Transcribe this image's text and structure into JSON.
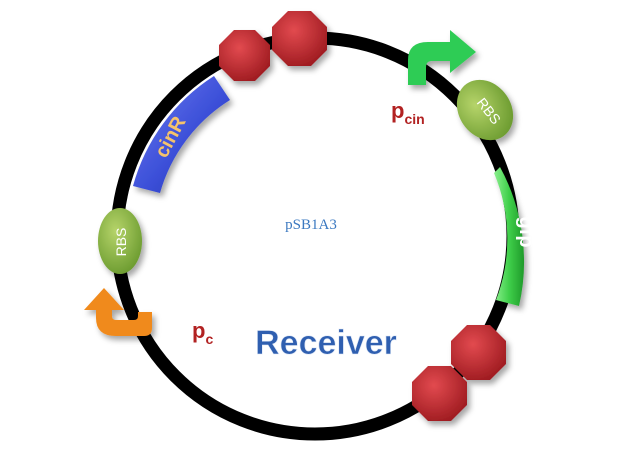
{
  "plasmid": {
    "backbone_label": "pSB1A3",
    "title": "Receiver"
  },
  "parts": {
    "cinR_label": "cinR",
    "gfp_label": "gfp",
    "rbs_left_label": "RBS",
    "rbs_right_label": "RBS",
    "pcin": {
      "main": "p",
      "sub": "cin"
    },
    "pc": {
      "main": "p",
      "sub": "c"
    }
  },
  "colors": {
    "backbone": "#000000",
    "cinR": "#3b4fd8",
    "gfp": "#3fcf4a",
    "rbs": "#7fa83a",
    "terminator": "#c0272d",
    "promoter_pcin": "#2ecc55",
    "promoter_pc": "#f08a1c",
    "title": "#2f5fb0",
    "promoter_text": "#b22222",
    "backbone_text": "#3a78c0"
  }
}
